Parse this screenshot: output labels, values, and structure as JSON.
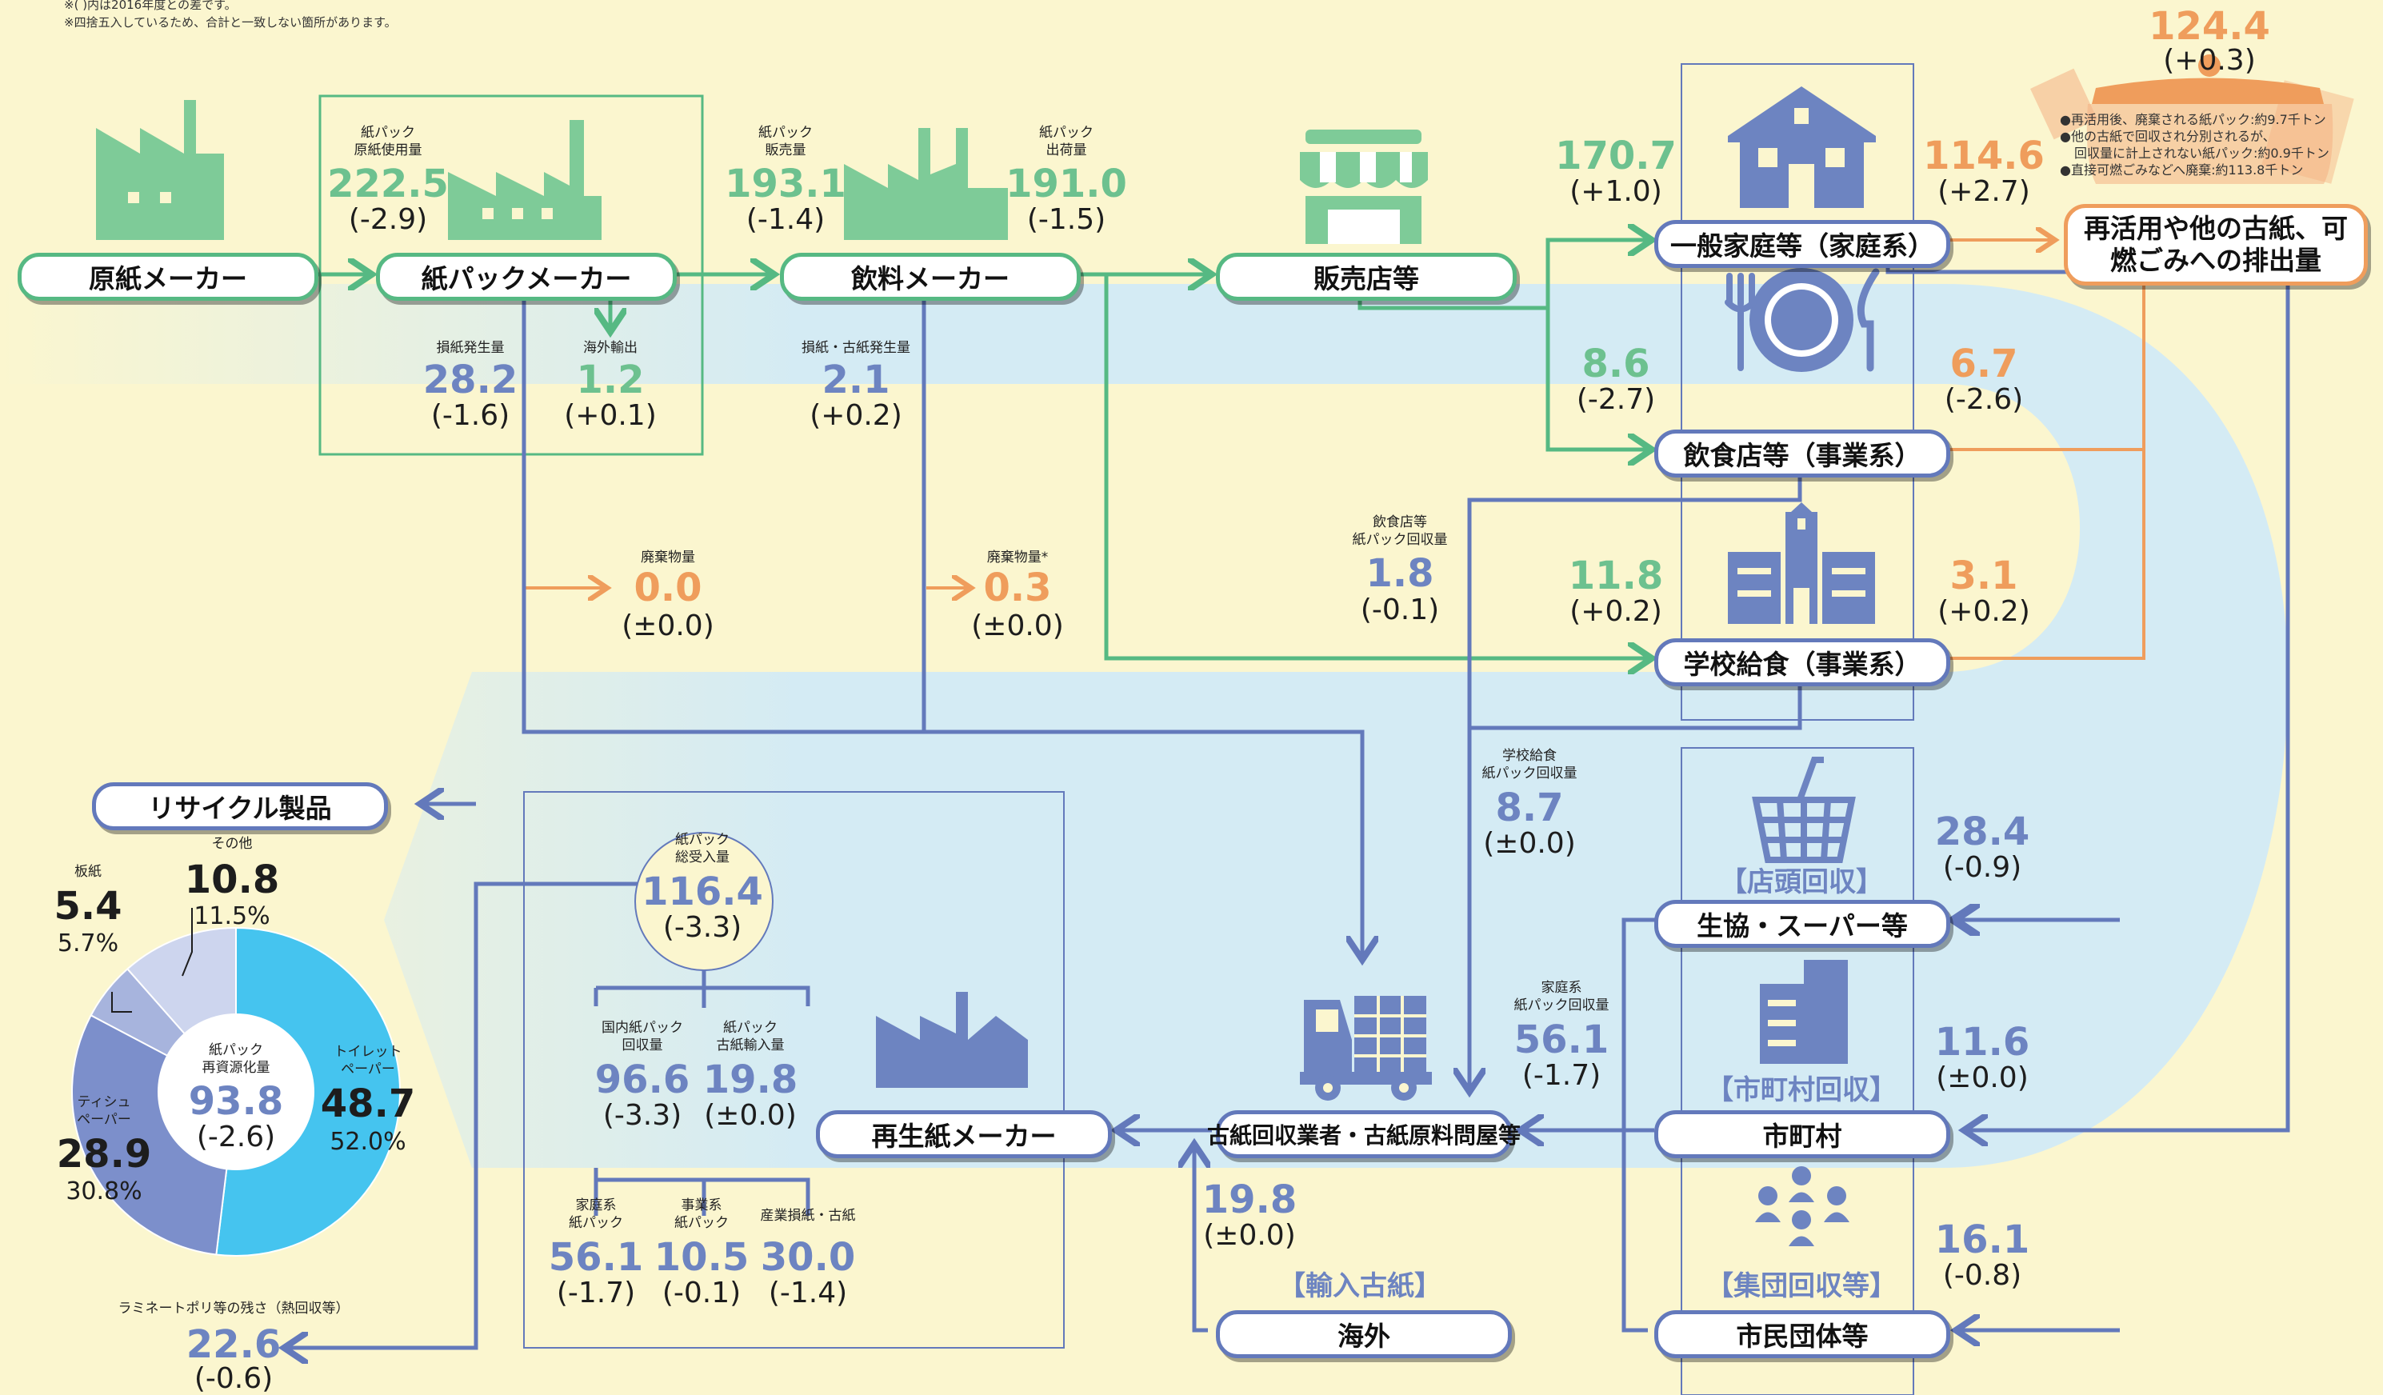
{
  "notes": {
    "line1": "※(  )内は2016年度との差です。",
    "line2": "※四捨五入しているため、合計と一致しない箇所があります。"
  },
  "nodes": {
    "genshi_maker": "原紙メーカー",
    "kamipack_maker": "紙パックメーカー",
    "inryo_maker": "飲料メーカー",
    "hanbaiten": "販売店等",
    "ippan_katei": "一般家庭等（家庭系）",
    "inshokuten": "飲食店等（事業系）",
    "gakko_kyushoku": "学校給食（事業系）",
    "seikyo": "生協・スーパー等",
    "shichoson": "市町村",
    "shimin_dantai": "市民団体等",
    "kaigai": "海外",
    "koshi_kaishu": "古紙回収業者・古紙原料問屋等",
    "saisei_maker": "再生紙メーカー",
    "recycle_products": "リサイクル製品",
    "disposal": "再活用や他の古紙、可燃ごみへの排出量"
  },
  "categories": {
    "tento": "【店頭回収】",
    "shichoson": "【市町村回収】",
    "shudan": "【集団回収等】",
    "yunyu": "【輸入古紙】"
  },
  "disposal_notes": [
    "●再活用後、廃棄される紙パック:約9.7千トン",
    "●他の古紙で回収され分別されるが、",
    "回収量に計上されない紙パック:約0.9千トン",
    "●直接可燃ごみなどへ廃棄:約113.8千トン"
  ],
  "values": {
    "genshi_use": {
      "label": [
        "紙パック",
        "原紙使用量"
      ],
      "value": "222.5",
      "change": "(-2.9)"
    },
    "hanbai": {
      "label": [
        "紙パック",
        "販売量"
      ],
      "value": "193.1",
      "change": "(-1.4)"
    },
    "shukka": {
      "label": [
        "紙パック",
        "出荷量"
      ],
      "value": "191.0",
      "change": "(-1.5)"
    },
    "sonshi_pack": {
      "label": [
        "損紙発生量"
      ],
      "value": "28.2",
      "change": "(-1.6)"
    },
    "kaigai_yushutsu": {
      "label": [
        "海外輸出"
      ],
      "value": "1.2",
      "change": "(+0.1)"
    },
    "sonshi_inryo": {
      "label": [
        "損紙・古紙発生量"
      ],
      "value": "2.1",
      "change": "(+0.2)"
    },
    "haiki_1": {
      "label": [
        "廃棄物量"
      ],
      "value": "0.0",
      "change": "(±0.0)"
    },
    "haiki_2": {
      "label": [
        "廃棄物量*"
      ],
      "value": "0.3",
      "change": "(±0.0)"
    },
    "katei_in": {
      "value": "170.7",
      "change": "(+1.0)"
    },
    "inshoku_in": {
      "value": "8.6",
      "change": "(-2.7)"
    },
    "gakko_in": {
      "value": "11.8",
      "change": "(+0.2)"
    },
    "katei_out": {
      "value": "114.6",
      "change": "(+2.7)"
    },
    "inshoku_out": {
      "value": "6.7",
      "change": "(-2.6)"
    },
    "gakko_out": {
      "value": "3.1",
      "change": "(+0.2)"
    },
    "total_out": {
      "value": "124.4",
      "change": "(+0.3)"
    },
    "inshoku_kaishu": {
      "label": [
        "飲食店等",
        "紙パック回収量"
      ],
      "value": "1.8",
      "change": "(-0.1)"
    },
    "gakko_kaishu": {
      "label": [
        "学校給食",
        "紙パック回収量"
      ],
      "value": "8.7",
      "change": "(±0.0)"
    },
    "katei_kaishu": {
      "label": [
        "家庭系",
        "紙パック回収量"
      ],
      "value": "56.1",
      "change": "(-1.7)"
    },
    "tento_val": {
      "value": "28.4",
      "change": "(-0.9)"
    },
    "shichoson_val": {
      "value": "11.6",
      "change": "(±0.0)"
    },
    "shudan_val": {
      "value": "16.1",
      "change": "(-0.8)"
    },
    "yunyu_val": {
      "value": "19.8",
      "change": "(±0.0)"
    },
    "so_ukeire": {
      "label": [
        "紙パック",
        "総受入量"
      ],
      "value": "116.4",
      "change": "(-3.3)"
    },
    "kokunai": {
      "label": [
        "国内紙パック",
        "回収量"
      ],
      "value": "96.6",
      "change": "(-3.3)"
    },
    "koshi_yunyu": {
      "label": [
        "紙パック",
        "古紙輸入量"
      ],
      "value": "19.8",
      "change": "(±0.0)"
    },
    "katei_pack": {
      "label": [
        "家庭系",
        "紙パック"
      ],
      "value": "56.1",
      "change": "(-1.7)"
    },
    "jigyo_pack": {
      "label": [
        "事業系",
        "紙パック"
      ],
      "value": "10.5",
      "change": "(-0.1)"
    },
    "sangyo": {
      "label": [
        "産業損紙・古紙"
      ],
      "value": "30.0",
      "change": "(-1.4)"
    },
    "netsu_kaishu": {
      "label": [
        "ラミネートポリ等の残さ（熱回収等）"
      ],
      "value": "22.6",
      "change": "(-0.6)"
    }
  },
  "chart_data": {
    "type": "pie",
    "center_label": [
      "紙パック",
      "再資源化量"
    ],
    "center_value": "93.8",
    "center_change": "(-2.6)",
    "slices": [
      {
        "name": [
          "トイレット",
          "ペーパー"
        ],
        "value": 48.7,
        "value_text": "48.7",
        "percent": "52.0%",
        "color": "#45c4ef"
      },
      {
        "name": [
          "ティシュ",
          "ペーパー"
        ],
        "value": 28.9,
        "value_text": "28.9",
        "percent": "30.8%",
        "color": "#7c8fcb"
      },
      {
        "name": [
          "板紙"
        ],
        "value": 5.4,
        "value_text": "5.4",
        "percent": "5.7%",
        "color": "#a7b4dd"
      },
      {
        "name": [
          "その他"
        ],
        "value": 10.8,
        "value_text": "10.8",
        "percent": "11.5%",
        "color": "#cdd5ee"
      }
    ]
  },
  "colors": {
    "green": "#56b983",
    "blue": "#6379bb",
    "orange": "#ef9d5c",
    "band": "#d4ebf4",
    "bg": "#fbf6cf"
  }
}
